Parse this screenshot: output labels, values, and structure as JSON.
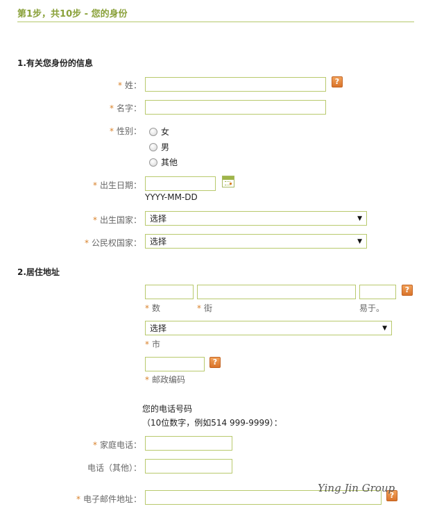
{
  "header": {
    "step_title": "第1步，共10步 - 您的身份"
  },
  "identity": {
    "section_title": "1.有关您身份的信息",
    "star": "*",
    "colon": "：",
    "surname_label": "姓",
    "given_name_label": "名字",
    "gender_label": "性别",
    "gender_options": [
      "女",
      "男",
      "其他"
    ],
    "dob_label": "出生日期",
    "dob_format": "YYYY-MM-DD",
    "birth_country_label": "出生国家",
    "birth_country_value": "选择",
    "citizenship_label": "公民权国家",
    "citizenship_value": "选择"
  },
  "address": {
    "section_title": "2.居住地址",
    "number_label": "数",
    "street_label": "街",
    "apt_label": "易于。",
    "city_value": "选择",
    "city_label": "市",
    "postal_label": "邮政编码",
    "phone_heading": "您的电话号码",
    "phone_hint": "（10位数字，例如514 999-9999）：",
    "home_phone_label": "家庭电话",
    "other_phone_label": "电话（其他）",
    "email_label": "电子邮件地址"
  },
  "icons": {
    "help": "?",
    "help_icon": "help-icon",
    "calendar_icon": "calendar-icon"
  },
  "watermark": "Ying Jin Group",
  "colors": {
    "accent": "#8aa13a",
    "border": "#b8c96c",
    "required": "#d9822b",
    "help": "#e07f30"
  }
}
